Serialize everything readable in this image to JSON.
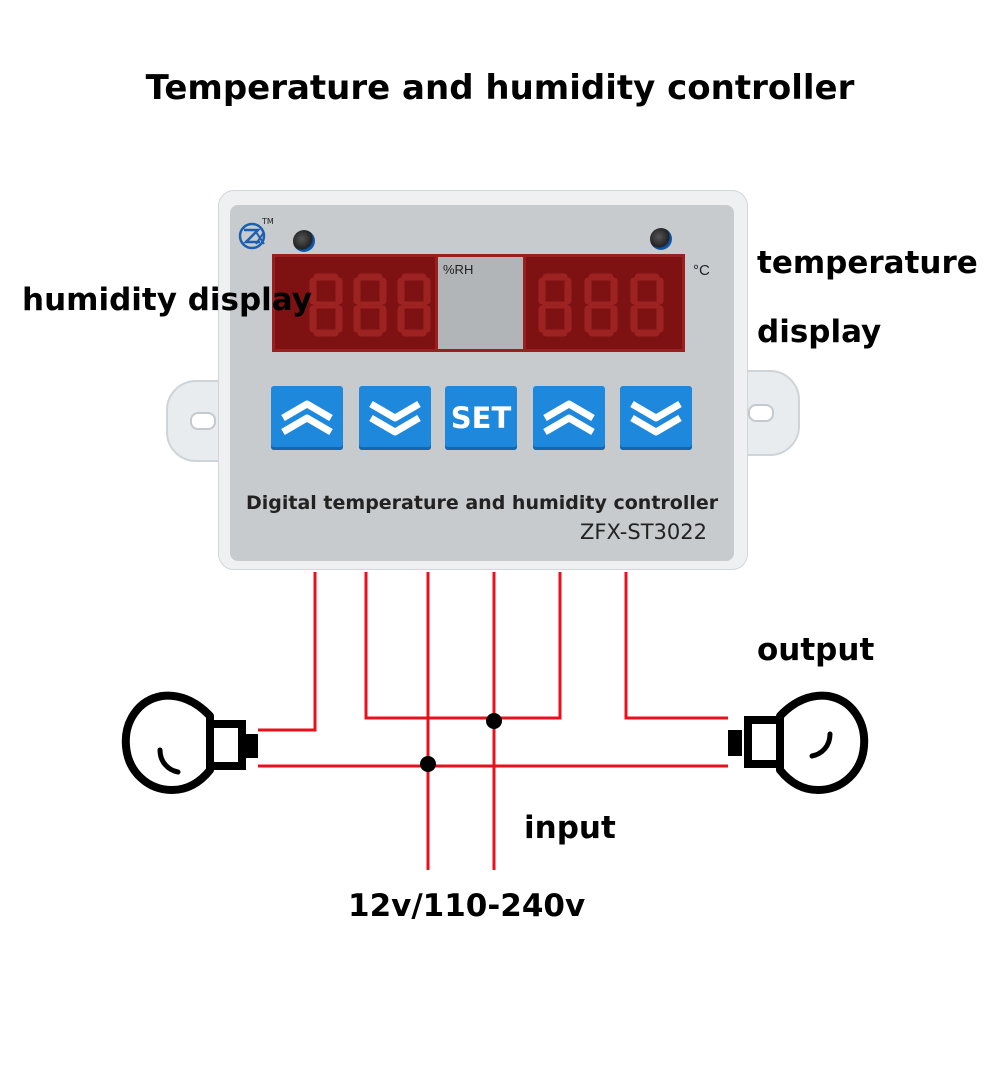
{
  "title": "Temperature and humidity controller",
  "labels": {
    "humidity_display": "humidity display",
    "temperature_display_line1": "temperature",
    "temperature_display_line2": "display",
    "output": "output",
    "input": "input",
    "voltage": "12v/110-240v"
  },
  "device": {
    "brand_mark": "TM",
    "unit_humidity": "%RH",
    "unit_temperature": "°C",
    "buttons": {
      "up_1_icon": "chevron-up-icon",
      "down_1_icon": "chevron-down-icon",
      "set_label": "SET",
      "up_2_icon": "chevron-up-icon",
      "down_2_icon": "chevron-down-icon"
    },
    "caption": "Digital temperature and humidity controller",
    "model": "ZFX-ST3022"
  },
  "colors": {
    "wire": "#e8101a",
    "button": "#1e88dc",
    "display": "#7e1111",
    "panel": "#c8cbce"
  }
}
